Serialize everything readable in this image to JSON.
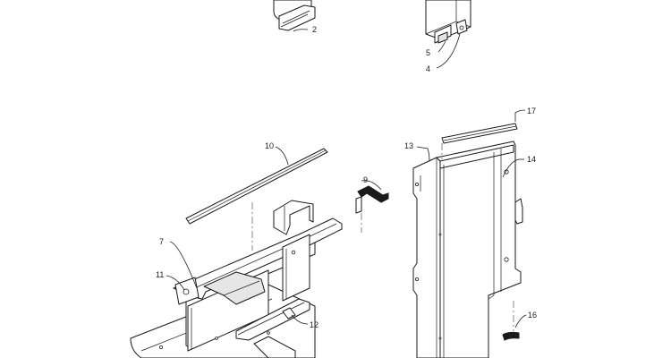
{
  "callouts": [
    {
      "id": "c2",
      "label": "2"
    },
    {
      "id": "c5",
      "label": "5"
    },
    {
      "id": "c4",
      "label": "4"
    },
    {
      "id": "c17",
      "label": "17"
    },
    {
      "id": "c13",
      "label": "13"
    },
    {
      "id": "c14",
      "label": "14"
    },
    {
      "id": "c10",
      "label": "10"
    },
    {
      "id": "c9",
      "label": "9"
    },
    {
      "id": "c7",
      "label": "7"
    },
    {
      "id": "c11",
      "label": "11"
    },
    {
      "id": "c12",
      "label": "12"
    },
    {
      "id": "c16",
      "label": "16"
    }
  ]
}
